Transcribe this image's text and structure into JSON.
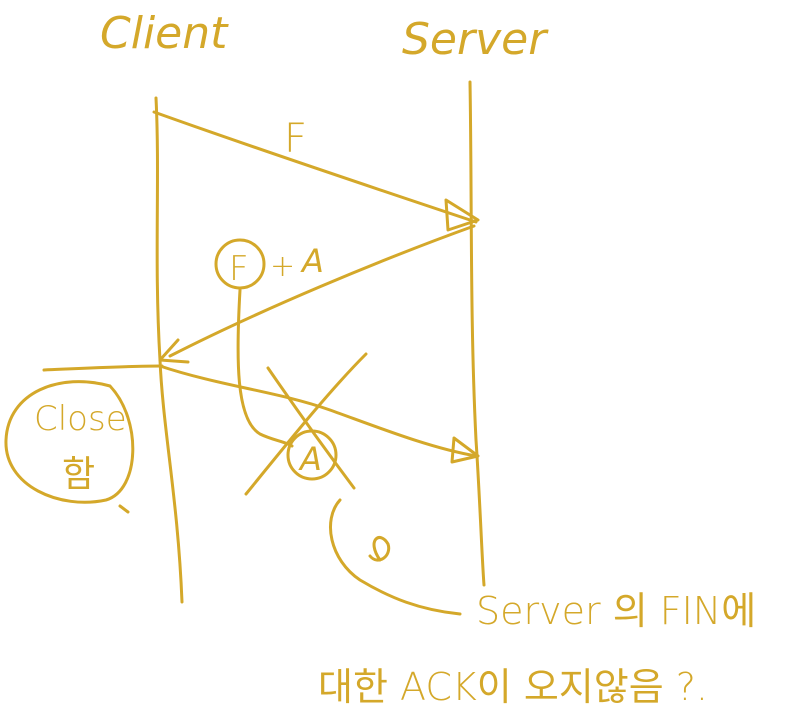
{
  "diagram": {
    "ink_color": "#d4a82a",
    "lifelines": {
      "client_label": "Client",
      "server_label": "Server"
    },
    "messages": {
      "fin_label": "F",
      "fin_ack_circle_label": "F",
      "fin_ack_plus": "+",
      "fin_ack_suffix": "A",
      "ack_circle_label": "A"
    },
    "close_note": {
      "line1": "Close",
      "line2": "함"
    },
    "annotation": {
      "line1": "Server 의 FIN에",
      "line2": "대한 ACK이 오지않음 ?."
    }
  }
}
